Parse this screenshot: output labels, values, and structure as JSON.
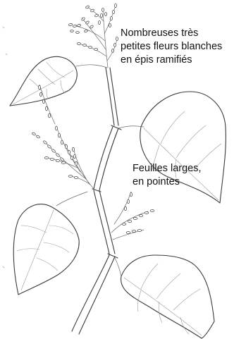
{
  "annotations": {
    "flowers": {
      "lines": [
        "Nombreuses très",
        "petites fleurs blanches",
        "en épis ramifiés"
      ]
    },
    "leaves": {
      "lines": [
        "Feuilles larges,",
        "en pointes"
      ]
    }
  },
  "ink_color": "#3a3a3a",
  "background_color": "#ffffff"
}
